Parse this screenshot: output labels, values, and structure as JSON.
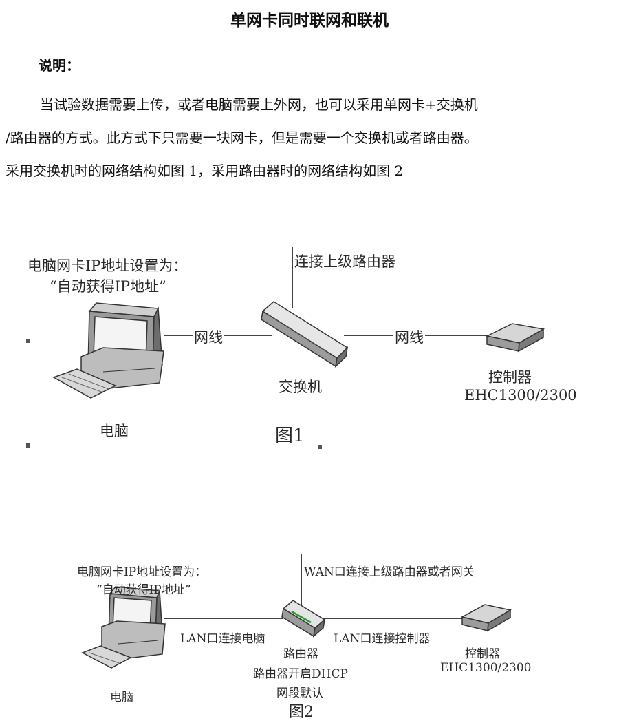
{
  "doc": {
    "title": "单网卡同时联网和联机",
    "note_label": "说明：",
    "para_line1": "当试验数据需要上传，或者电脑需要上外网，也可以采用单网卡+交换机",
    "para_line2": "/路由器的方式。此方式下只需要一块网卡，但是需要一个交换机或者路由器。",
    "para_line3": "采用交换机时的网络结构如图 1，采用路由器时的网络结构如图 2"
  },
  "fig1": {
    "pc_setting_line1": "电脑网卡IP地址设置为：",
    "pc_setting_line2": "“自动获得IP地址”",
    "uplink": "连接上级路由器",
    "cable_left": "网线",
    "cable_right": "网线",
    "switch_label": "交换机",
    "controller_label": "控制器",
    "controller_model": "EHC1300/2300",
    "pc_label": "电脑",
    "caption": "图1"
  },
  "fig2": {
    "pc_setting_line1": "电脑网卡IP地址设置为：",
    "pc_setting_line2": "“自动获得IP地址”",
    "wan_label": "WAN口连接上级路由器或者网关",
    "lan_pc": "LAN口连接电脑",
    "lan_ctrl": "LAN口连接控制器",
    "router_label": "路由器",
    "dhcp_line1": "路由器开启DHCP",
    "dhcp_line2": "网段默认",
    "controller_label": "控制器",
    "controller_model": "EHC1300/2300",
    "pc_label": "电脑",
    "caption": "图2"
  }
}
